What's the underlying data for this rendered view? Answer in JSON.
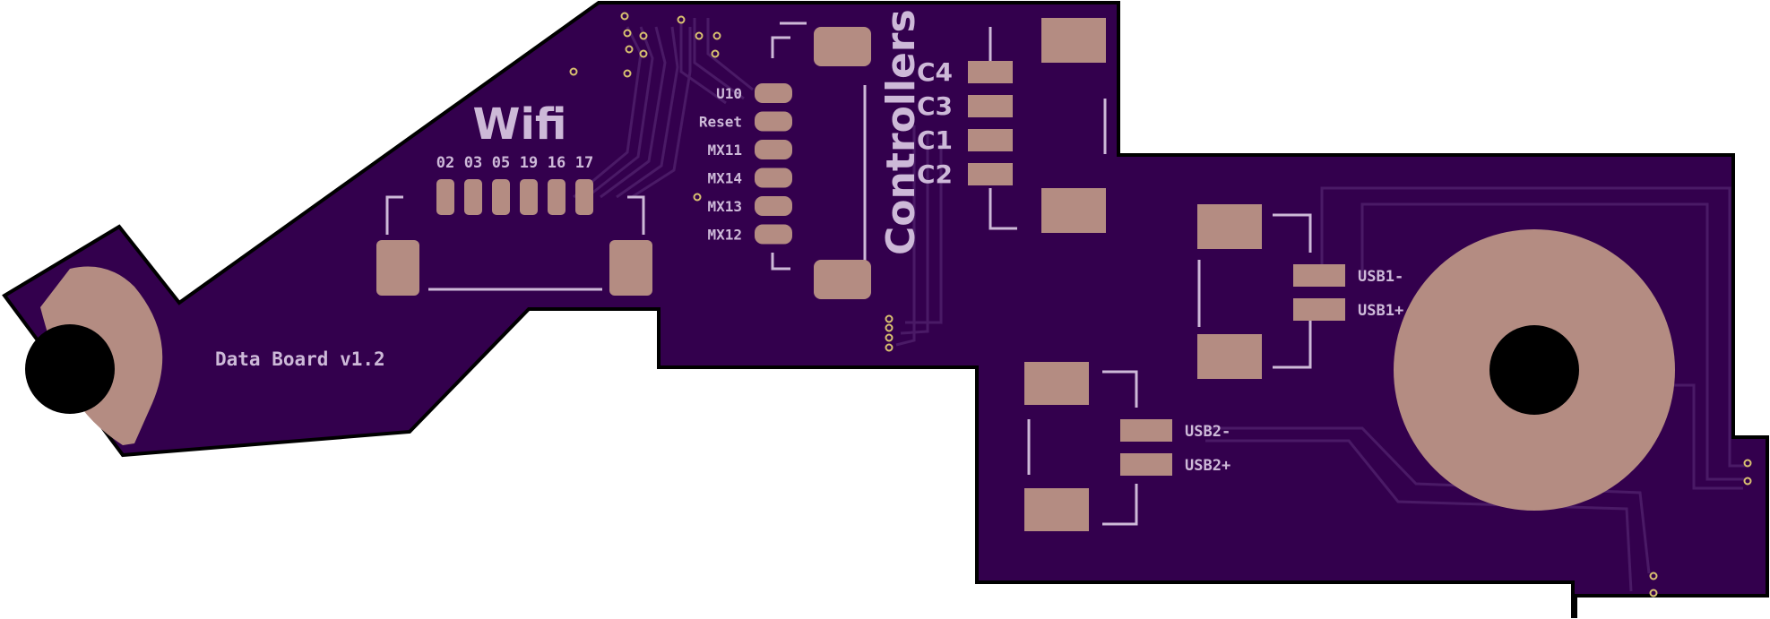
{
  "board": {
    "title": "Data Board v1.2",
    "colors": {
      "substrate": "#33004d",
      "trace": "#4a1a66",
      "copper": "#b48c82",
      "silk": "#cdb9d8",
      "edge": "#000000",
      "hole": "#000000",
      "via": "#d8c070",
      "background": "#ffffff"
    }
  },
  "wifi": {
    "title": "Wifi",
    "pins": [
      "02",
      "03",
      "05",
      "19",
      "16",
      "17"
    ]
  },
  "controls": {
    "labels": [
      "U10",
      "Reset",
      "MX11",
      "MX14",
      "MX13",
      "MX12"
    ]
  },
  "controllers": {
    "title": "Controllers",
    "labels": [
      "C4",
      "C3",
      "C1",
      "C2"
    ]
  },
  "usb1": {
    "labels": [
      "USB1-",
      "USB1+"
    ]
  },
  "usb2": {
    "labels": [
      "USB2-",
      "USB2+"
    ]
  }
}
